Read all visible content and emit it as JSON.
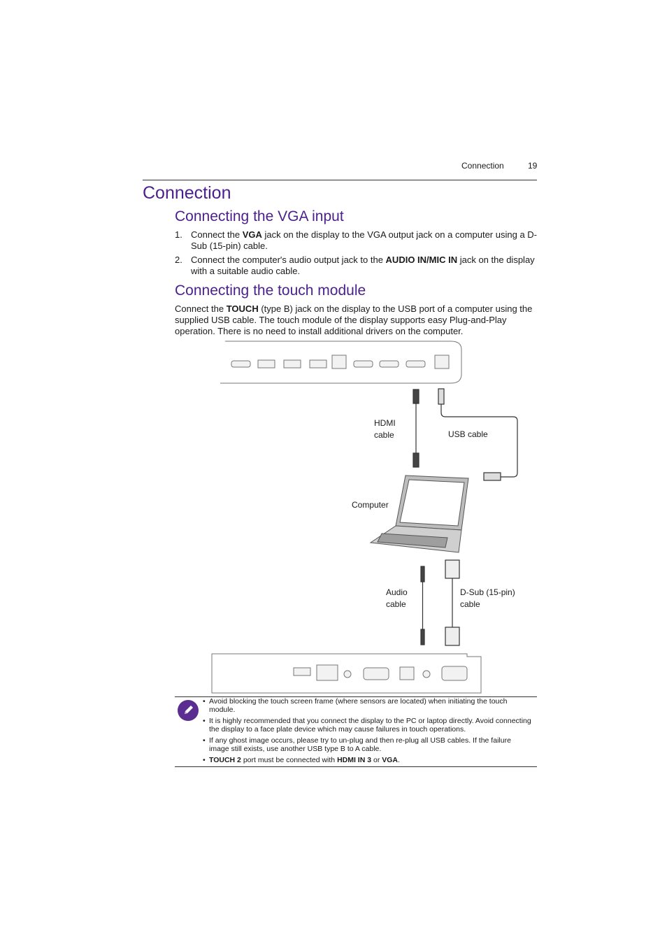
{
  "header": {
    "section": "Connection",
    "page_number": "19"
  },
  "title": "Connection",
  "vga": {
    "heading": "Connecting the VGA input",
    "steps": [
      {
        "num": "1.",
        "pre": "Connect the ",
        "bold": "VGA",
        "post": " jack on the display to the VGA output jack on a computer using a D-Sub (15-pin) cable."
      },
      {
        "num": "2.",
        "pre": "Connect the computer's audio output jack to the ",
        "bold": "AUDIO IN/MIC IN",
        "post": " jack on the display with a suitable audio cable."
      }
    ]
  },
  "touch": {
    "heading": "Connecting the touch module",
    "para_pre": "Connect the ",
    "para_bold": "TOUCH",
    "para_post": " (type B) jack on the display to the USB port of a computer using the supplied USB cable. The touch module of the display supports easy Plug-and-Play operation. There is no need to install additional drivers on the computer."
  },
  "diagram": {
    "hdmi_cable_l1": "HDMI",
    "hdmi_cable_l2": "cable",
    "usb_cable": "USB cable",
    "computer": "Computer",
    "audio_cable_l1": "Audio",
    "audio_cable_l2": "cable",
    "dsub_cable_l1": "D-Sub (15-pin)",
    "dsub_cable_l2": "cable",
    "accent_color": "#4b1f8c"
  },
  "notes": {
    "icon": "pencil-icon",
    "items": [
      {
        "pre": "Avoid blocking the touch screen frame (where sensors are located) when initiating the touch module."
      },
      {
        "pre": "It is highly recommended that you connect the display to the PC or laptop directly. Avoid connecting the display to a face plate device which may cause failures in touch operations."
      },
      {
        "pre": "If any ghost image occurs, please try to un-plug and then re-plug all USB cables. If the failure image still exists, use another USB type B to A cable."
      },
      {
        "bold1": "TOUCH 2",
        "mid": " port must be connected with ",
        "bold2": "HDMI IN 3",
        "mid2": " or ",
        "bold3": "VGA",
        "end": "."
      }
    ]
  }
}
